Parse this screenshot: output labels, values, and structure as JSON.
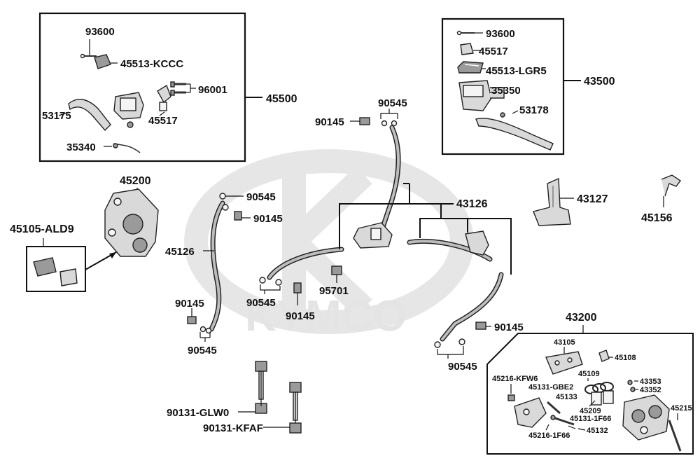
{
  "watermark": {
    "brand": "KYMCO"
  },
  "labels": {
    "p93600_left": "93600",
    "p45513_kccc": "45513-KCCC",
    "p96001": "96001",
    "p45500": "45500",
    "p53175": "53175",
    "p45517_left": "45517",
    "p35340": "35340",
    "p93600_right": "93600",
    "p45517_right": "45517",
    "p45513_lgr5": "45513-LGR5",
    "p43500": "43500",
    "p35350": "35350",
    "p53178": "53178",
    "p90545_top": "90545",
    "p90145_top": "90145",
    "p45200": "45200",
    "p45105_ald9": "45105-ALD9",
    "p90545_mid": "90545",
    "p90145_mid": "90145",
    "p45126": "45126",
    "p43126": "43126",
    "p43127": "43127",
    "p45156": "45156",
    "p95701": "95701",
    "p90545_lower": "90545",
    "p90145_lower": "90145",
    "p90145_left_bottom": "90145",
    "p90545_left_bottom": "90545",
    "p90145_right": "90145",
    "p90545_right": "90545",
    "p43200": "43200",
    "p90131_glw0": "90131-GLW0",
    "p90131_kfaf": "90131-KFAF"
  },
  "kit_43200": {
    "p43105": "43105",
    "p45108": "45108",
    "p45216_kfw6": "45216-KFW6",
    "p45109": "45109",
    "p45131_gbe2": "45131-GBE2",
    "p43353": "43353",
    "p43352": "43352",
    "p45133": "45133",
    "p45209": "45209",
    "p45215": "45215",
    "p45131_1f66": "45131-1F66",
    "p45216_1f66": "45216-1F66",
    "p45132": "45132"
  }
}
